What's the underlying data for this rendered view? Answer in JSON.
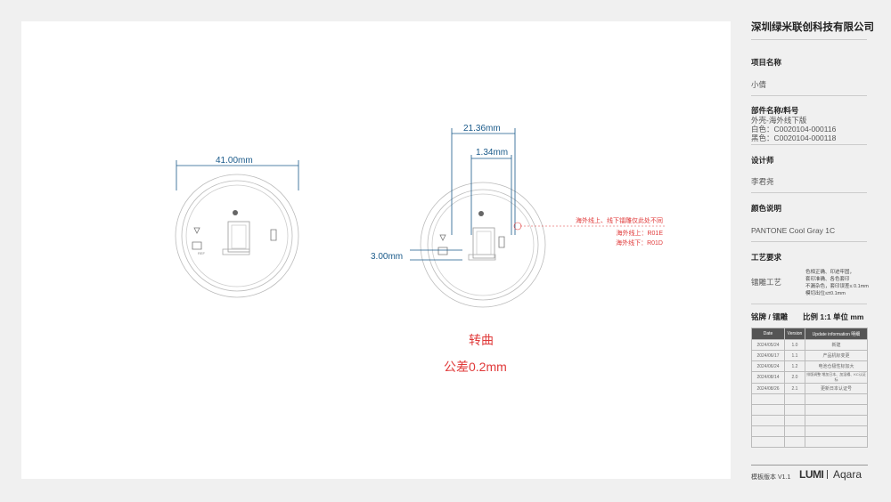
{
  "drawing": {
    "dim_width_left": "41.00mm",
    "dim_width_right": "21.36mm",
    "dim_small": "1.34mm",
    "dim_gap": "3.00mm",
    "note_line1": "海外线上、线下镭雕仅此处不同",
    "note_line2": "海外线上：R01E",
    "note_line3": "海外线下：R01D",
    "transfer": "转曲",
    "tolerance": "公差0.2mm"
  },
  "panel": {
    "company": "深圳绿米联创科技有限公司",
    "project_label": "项目名称",
    "project_value": "小倩",
    "part_label": "部件名称/料号",
    "part_value1": "外壳-海外线下版",
    "part_value2": "白色：C0020104-000116",
    "part_value3": "黑色：C0020104-000118",
    "designer_label": "设计师",
    "designer_value": "李君尧",
    "color_label": "颜色说明",
    "color_value": "PANTONE Cool Gray 1C",
    "process_label": "工艺要求",
    "craft_name": "镭雕工艺",
    "craft_lines": [
      "色相正确、印迹牢固，",
      "套印准确、各色套印",
      "不漏杂色，套印误差≤ 0.1mm",
      "模切出位≤±0.1mm"
    ],
    "nameplate_label": "铭牌 / 镭雕",
    "scale_label": "比例 1:1  单位 mm",
    "history_headers": [
      "Date",
      "Version",
      "Update information  明细"
    ],
    "history_rows": [
      [
        "2024/05/24",
        "1.0",
        "新建"
      ],
      [
        "2024/06/17",
        "1.1",
        "产品机标变更"
      ],
      [
        "2024/06/24",
        "1.2",
        "电池仓极性标加大"
      ],
      [
        "2024/08/14",
        "2.0",
        "排版调整 增加日本、加湿榻、KC认证标"
      ],
      [
        "2024/08/26",
        "2.1",
        "更新日本认证号"
      ]
    ],
    "template_version": "模板版本 V1.1",
    "brand_lumi": "LUMI",
    "brand_aqara": "Aqara"
  }
}
